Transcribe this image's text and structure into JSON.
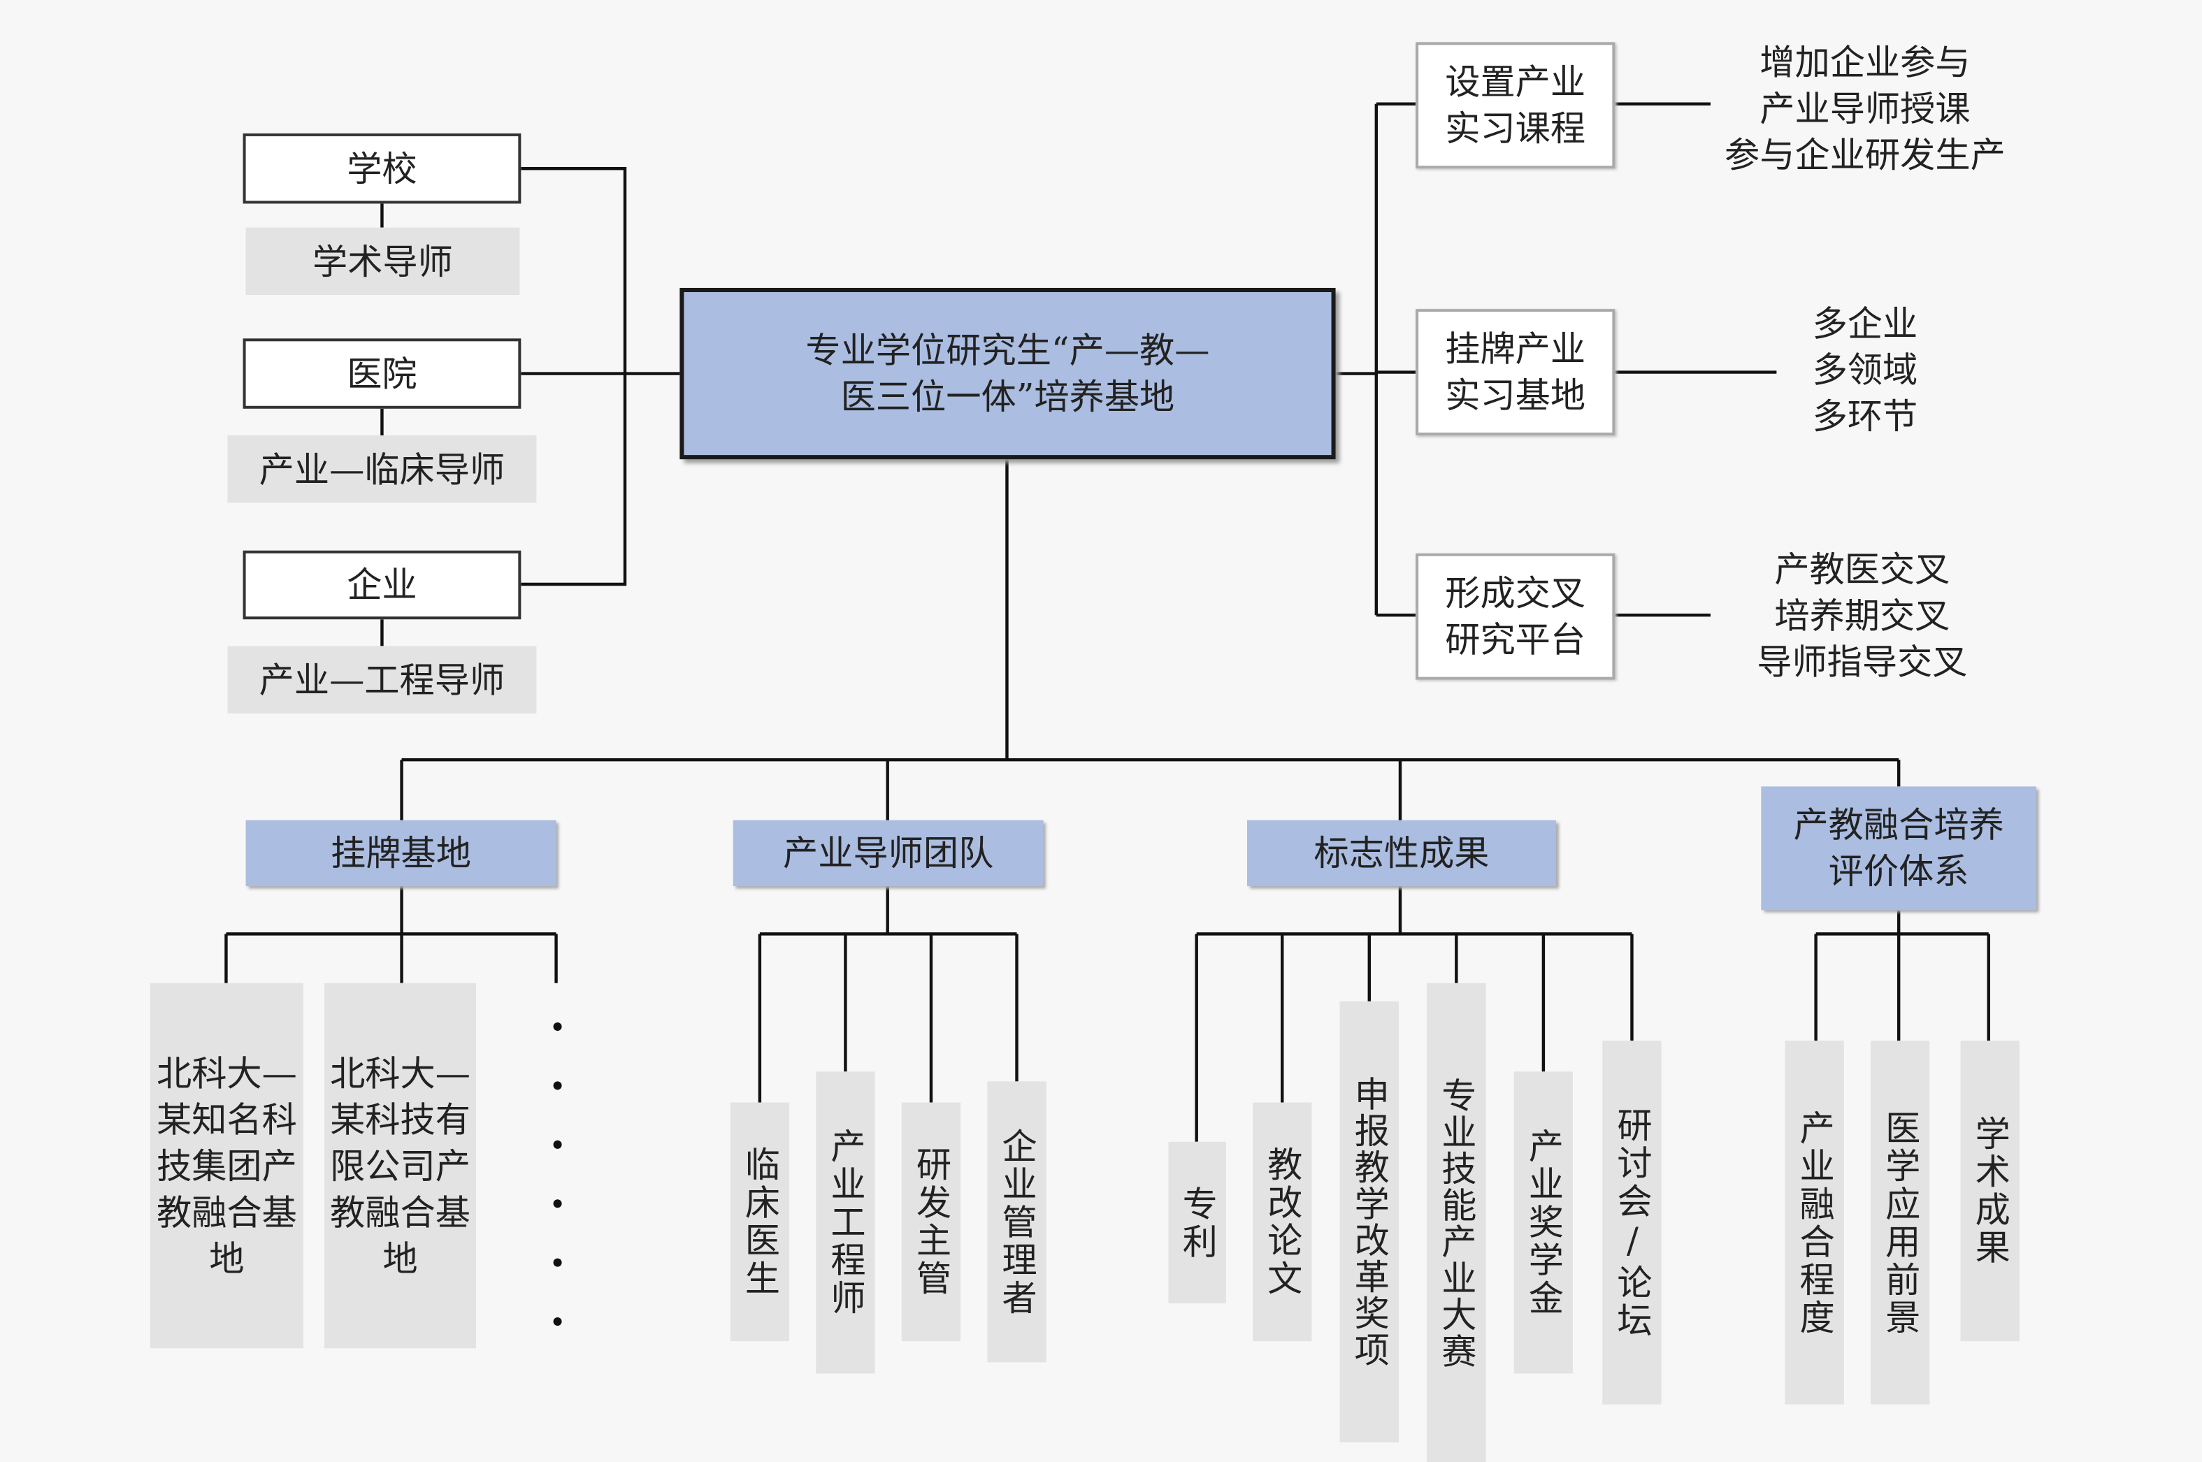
{
  "center": {
    "line1": "专业学位研究生“产—教—",
    "line2": "医三位一体”培养基地"
  },
  "left": [
    {
      "org": "学校",
      "mentor": "学术导师"
    },
    {
      "org": "医院",
      "mentor": "产业—临床导师"
    },
    {
      "org": "企业",
      "mentor": "产业—工程导师"
    }
  ],
  "right": [
    {
      "box_line1": "设置产业",
      "box_line2": "实习课程",
      "notes": [
        "增加企业参与",
        "产业导师授课",
        "参与企业研发生产"
      ]
    },
    {
      "box_line1": "挂牌产业",
      "box_line2": "实习基地",
      "notes": [
        "多企业",
        "多领域",
        "多环节"
      ]
    },
    {
      "box_line1": "形成交叉",
      "box_line2": "研究平台",
      "notes": [
        "产教医交叉",
        "培养期交叉",
        "导师指导交叉"
      ]
    }
  ],
  "bottom": {
    "base": {
      "title": "挂牌基地",
      "items": [
        "北科大—某知名科技集团产教融合基地",
        "北科大—某科技有限公司产教融合基地"
      ],
      "more": "……"
    },
    "team": {
      "title": "产业导师团队",
      "items": [
        "临床医生",
        "产业工程师",
        "研发主管",
        "企业管理者"
      ]
    },
    "results": {
      "title": "标志性成果",
      "items": [
        "专利",
        "教改论文",
        "申报教学改革奖项",
        "专业技能产业大赛",
        "产业奖学金",
        "研讨会/论坛"
      ]
    },
    "eval": {
      "title_line1": "产教融合培养",
      "title_line2": "评价体系",
      "items": [
        "产业融合程度",
        "医学应用前景",
        "学术成果"
      ]
    }
  },
  "colors": {
    "background": "#f7f7f7",
    "blue_box": "#abbde0",
    "gray_box": "#e3e3e3",
    "line": "#111111"
  }
}
